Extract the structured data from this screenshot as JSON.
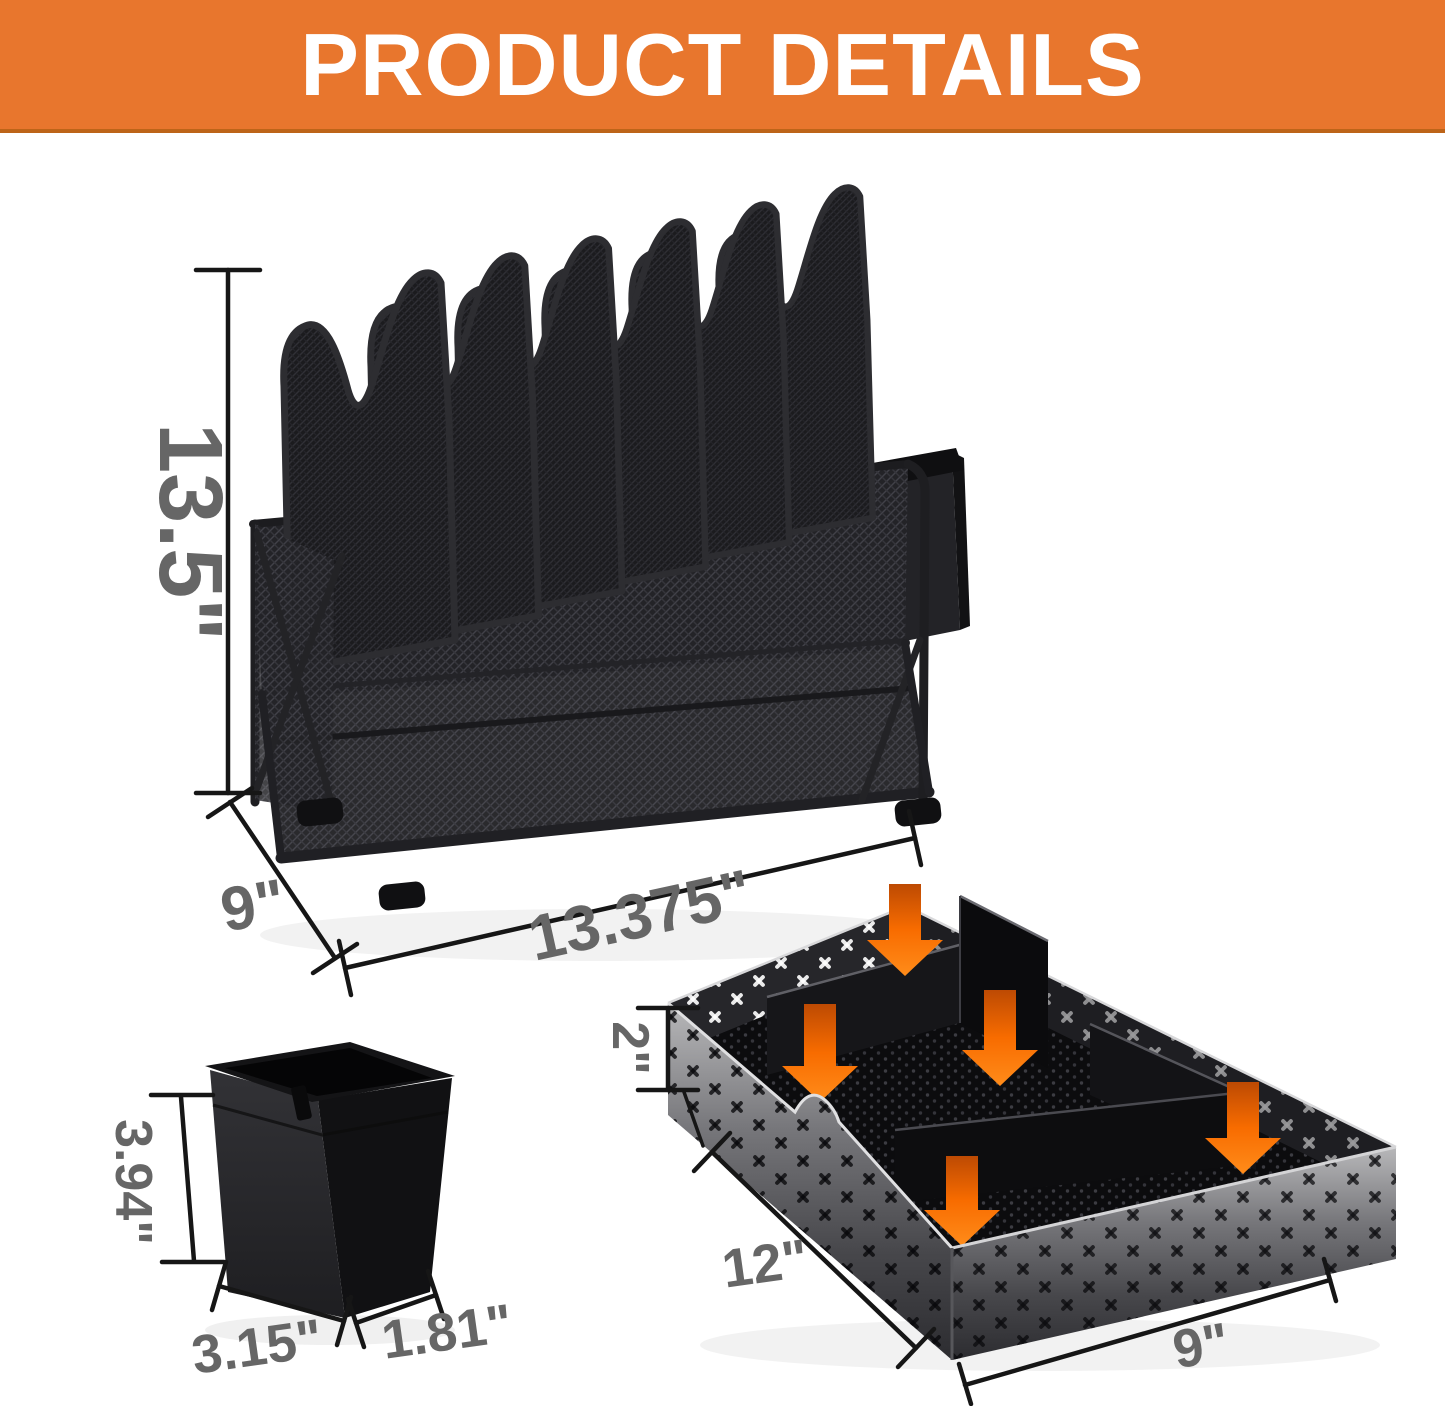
{
  "header": {
    "title": "PRODUCT DETAILS"
  },
  "dims": {
    "organizer_height": "13.5\"",
    "organizer_depth": "9\"",
    "organizer_width": "13.375\"",
    "cup_height": "3.94\"",
    "cup_width": "3.15\"",
    "cup_depth": "1.81\"",
    "tray_height": "2\"",
    "tray_length": "12\"",
    "tray_width": "9\""
  },
  "colors": {
    "banner_orange": "#E8762D",
    "banner_border": "#BD6418",
    "arrow_orange": "#FF7A00",
    "label_gray": "#666666",
    "dimension_line": "#161616",
    "product_black": "#151518"
  },
  "icons": {
    "insert_arrow": "down-arrow"
  }
}
